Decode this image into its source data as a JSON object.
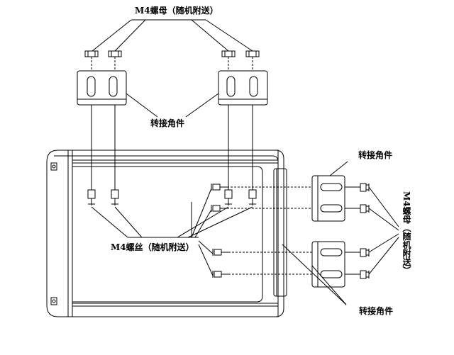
{
  "labels": {
    "m4_nut_top": "M4螺母（随机附送）",
    "adapter_top": "转接角件",
    "adapter_right_top": "转接角件",
    "m4_nut_right": "M4螺母（随机附送）",
    "m4_screw": "M4螺丝（随机附送）",
    "adapter_bottom": "转接角件"
  },
  "colors": {
    "stroke": "#000000",
    "background": "#ffffff"
  }
}
